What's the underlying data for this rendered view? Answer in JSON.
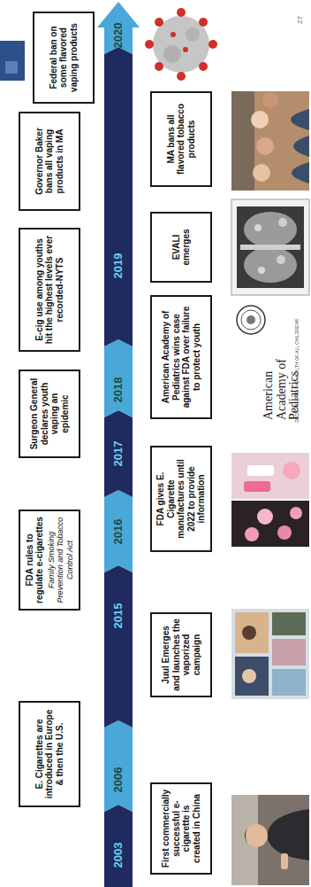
{
  "diagram": {
    "nodes": [
      {
        "text": [
          "2003"
        ]
      },
      {
        "text": [
          "2006"
        ]
      },
      {
        "text": [
          "2015"
        ]
      },
      {
        "text": [
          "2016"
        ]
      },
      {
        "text": [
          "2017"
        ]
      },
      {
        "text": [
          "2018"
        ]
      },
      {
        "text": [
          "2019"
        ]
      },
      {
        "text": [
          "2020"
        ]
      },
      {
        "text": [
          "First commercially successful e-cigarette is created in China"
        ]
      },
      {
        "text": [
          "E. Cigarettes are introduced in Europe & then the U.S."
        ]
      },
      {
        "text": [
          "Juul Emerges and launches the vaporized campaign"
        ]
      },
      {
        "text": [
          "FDA rules to regulate e-cigarettes",
          "Family Smoking Prevention and Tobacco Control Act"
        ]
      },
      {
        "text": [
          "FDA gives E. Cigarette manufactures until 2022 to provide information"
        ]
      },
      {
        "text": [
          "Surgeon General declares youth vaping an epidemic"
        ]
      },
      {
        "text": [
          "American Academy of Pediatrics wins case against FDA over failure to protect youth"
        ]
      },
      {
        "text": [
          "E-cig use among youths hit the highest levels ever recorded-NYTS"
        ]
      },
      {
        "text": [
          "EVALI emerges"
        ]
      },
      {
        "text": [
          "Governor Baker bans all vaping products in MA"
        ]
      },
      {
        "text": [
          "MA bans all flavored tobacco products"
        ]
      },
      {
        "text": [
          "Federal ban on some flavored vaping products"
        ]
      }
    ],
    "labels": [
      "American Academy of Pediatrics",
      "DEDICATED TO THE HEALTH OF ALL CHILDREN®",
      "27"
    ]
  }
}
